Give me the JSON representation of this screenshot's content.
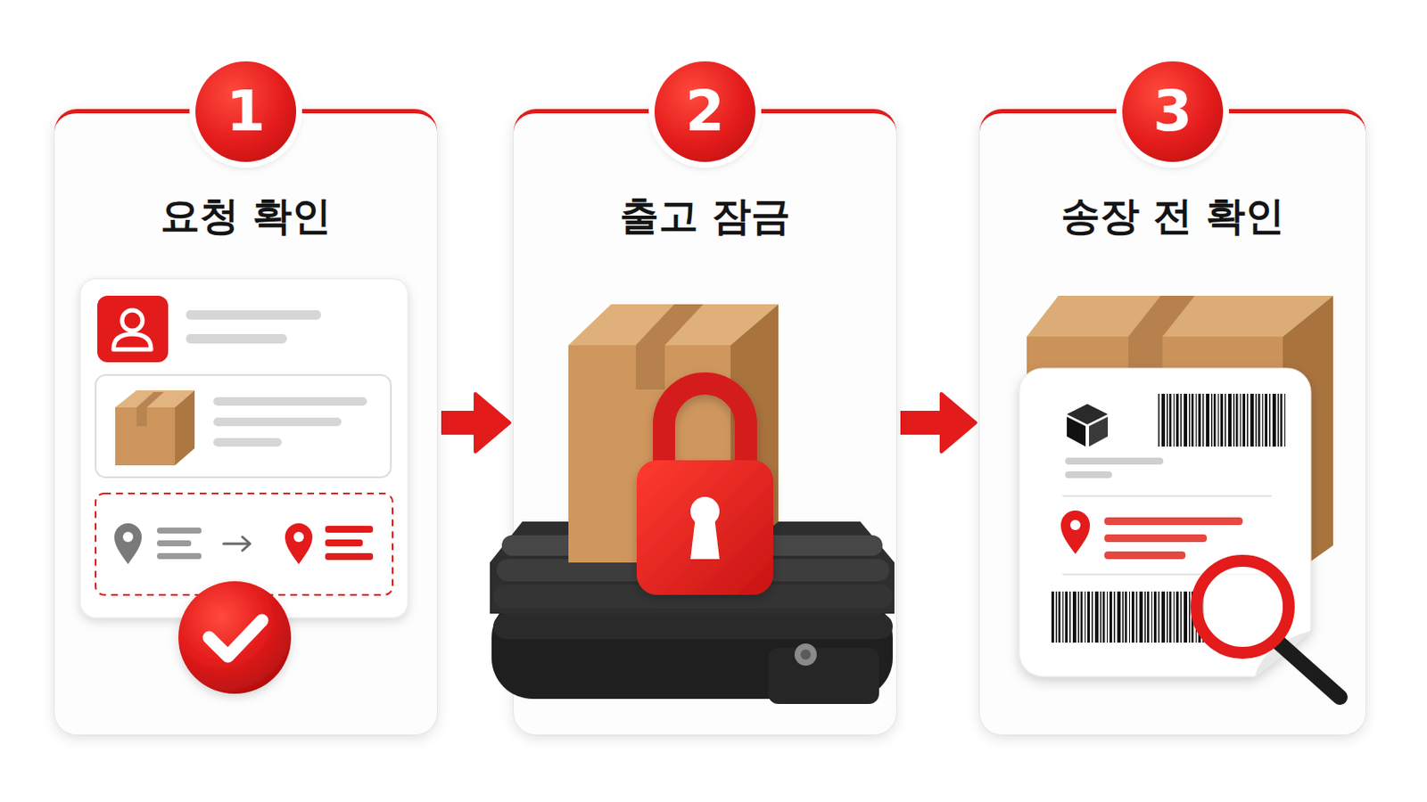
{
  "diagram": {
    "nodes": [
      {
        "text": [
          "요청 확인"
        ]
      },
      {
        "text": [
          "1"
        ],
        "in": 0
      },
      {
        "text": [
          "출고 잠금"
        ]
      },
      {
        "text": [
          "2"
        ],
        "in": 2
      },
      {
        "text": [
          "송장 전 확인"
        ]
      },
      {
        "text": [
          "3"
        ],
        "in": 4
      }
    ],
    "edges": [
      {
        "from": 0,
        "to": 2,
        "arrow": "to"
      },
      {
        "from": 2,
        "to": 4,
        "arrow": "to"
      }
    ]
  }
}
